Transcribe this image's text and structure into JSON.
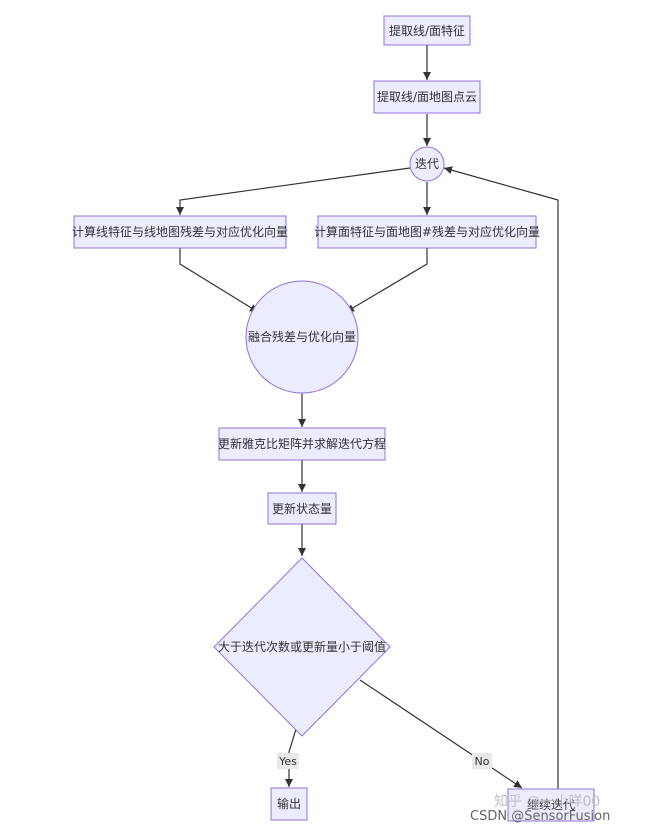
{
  "nodes": {
    "extract": "提取线/面特征",
    "extract_map": "提取线/面地图点云",
    "iterate": "迭代",
    "line_residual": "计算线特征与线地图残差与对应优化向量",
    "plane_residual": "计算面特征与面地图#残差与对应优化向量",
    "fuse": "融合残差与优化向量",
    "jacobian": "更新雅克比矩阵并求解迭代方程",
    "update_state": "更新状态量",
    "decision": "大于迭代次数或更新量小于阈值",
    "output": "输出",
    "continue": "继续迭代"
  },
  "edges": {
    "yes": "Yes",
    "no": "No"
  },
  "watermark": {
    "zhihu": "知乎 @一小咩00",
    "csdn": "CSDN @SensorFusion"
  },
  "colors": {
    "node_fill": "#ececff",
    "node_stroke": "#9370db",
    "edge": "#333333",
    "label_bg": "#e8e8e8"
  }
}
